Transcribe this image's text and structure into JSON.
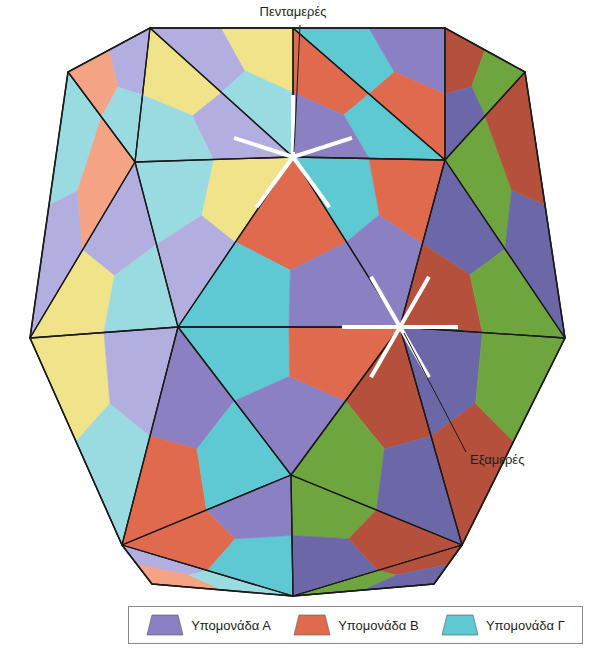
{
  "diagram": {
    "labels": [
      "Πενταμερές",
      "Εξαμερές"
    ],
    "legend": [
      {
        "text": "Υπομονάδα Α",
        "color": "#8b80c2"
      },
      {
        "text": "Υπομονάδα Β",
        "color": "#e06a4e"
      },
      {
        "text": "Υπομονάδα Γ",
        "color": "#5ec9d2"
      }
    ]
  }
}
